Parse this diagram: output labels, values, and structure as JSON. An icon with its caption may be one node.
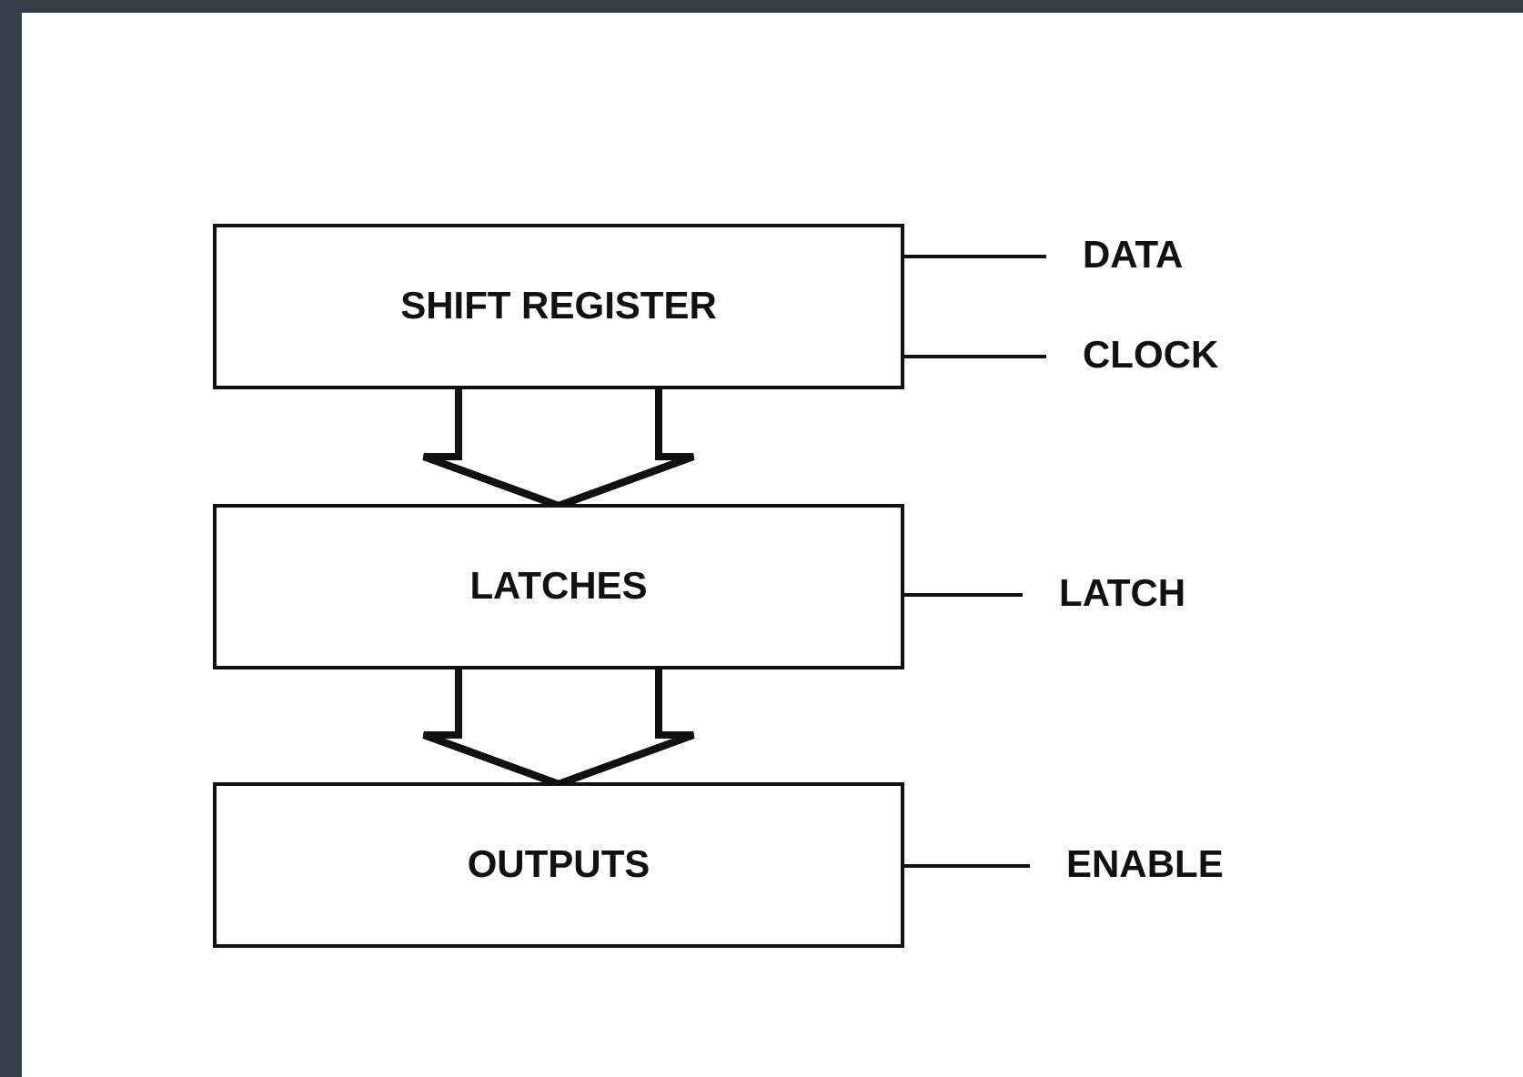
{
  "diagram": {
    "nodes": [
      {
        "text": [
          "SHIFT REGISTER"
        ]
      },
      {
        "text": [
          "LATCHES"
        ]
      },
      {
        "text": [
          "OUTPUTS"
        ]
      },
      {
        "text": [
          "DATA"
        ]
      },
      {
        "text": [
          "CLOCK"
        ]
      },
      {
        "text": [
          "LATCH"
        ]
      },
      {
        "text": [
          "ENABLE"
        ]
      }
    ],
    "edges": [
      {
        "from": 0,
        "to": 1,
        "arrow": "to",
        "style": "thick"
      },
      {
        "from": 1,
        "to": 2,
        "arrow": "to",
        "style": "thick"
      },
      {
        "from": 3,
        "to": 0,
        "arrow": "none"
      },
      {
        "from": 4,
        "to": 0,
        "arrow": "none"
      },
      {
        "from": 5,
        "to": 1,
        "arrow": "none"
      },
      {
        "from": 6,
        "to": 2,
        "arrow": "none"
      }
    ]
  }
}
